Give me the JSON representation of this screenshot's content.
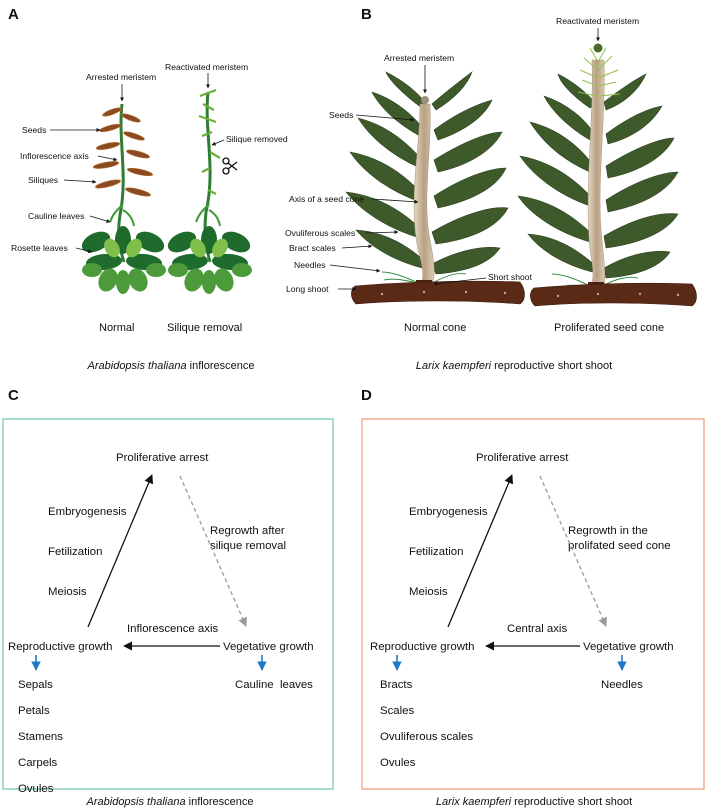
{
  "colors": {
    "stem_green": "#2e7d32",
    "leaf_dark": "#1f6b2e",
    "leaf_light": "#6cae3a",
    "silique_brown": "#8a4b22",
    "cone_scale": "#3f5a2a",
    "cone_axis": "#c9b79a",
    "branch_brown": "#5a2a16",
    "box_c_border": "#7fcdb1",
    "box_d_border": "#f2a98a",
    "blue_arrow": "#1f78c8",
    "dashed_gray": "#9a9a9a"
  },
  "panel_a": {
    "label": "A",
    "ann_arrested": "Arrested meristem",
    "ann_reactivated": "Reactivated meristem",
    "ann_seeds": "Seeds",
    "ann_silique_removed": "Silique removed",
    "ann_inflorescence_axis": "Inflorescence axis",
    "ann_siliques": "Siliques",
    "ann_cauline": "Cauline leaves",
    "ann_rosette": "Rosette leaves",
    "sub_normal": "Normal",
    "sub_removal": "Silique removal",
    "caption_species": "Arabidopsis thaliana",
    "caption_rest": " inflorescence",
    "scissors_icon": "scissors-icon"
  },
  "panel_b": {
    "label": "B",
    "ann_arrested": "Arrested meristem",
    "ann_reactivated": "Reactivated meristem",
    "ann_seeds": "Seeds",
    "ann_axis": "Axis of a seed cone",
    "ann_ovuliferous": "Ovuliferous scales",
    "ann_bract": "Bract scales",
    "ann_needles": "Needles",
    "ann_short_shoot": "Short shoot",
    "ann_long_shoot": "Long shoot",
    "sub_normal": "Normal cone",
    "sub_proliferated": "Proliferated seed cone",
    "caption_species": "Larix kaempferi",
    "caption_rest": " reproductive short shoot"
  },
  "panel_c": {
    "label": "C",
    "top": "Proliferative arrest",
    "embryo": "Embryogenesis",
    "fert": "Fetilization",
    "meiosis": "Meiosis",
    "regrowth_1": "Regrowth after",
    "regrowth_2": "silique removal",
    "axis_label": "Inflorescence axis",
    "repro": "Reproductive growth",
    "veg": "Vegetative growth",
    "repro_list": [
      "Sepals",
      "Petals",
      "Stamens",
      "Carpels",
      "Ovules"
    ],
    "veg_list": [
      "Cauline  leaves"
    ],
    "caption_species": "Arabidopsis thaliana",
    "caption_rest": " inflorescence"
  },
  "panel_d": {
    "label": "D",
    "top": "Proliferative arrest",
    "embryo": "Embryogenesis",
    "fert": "Fetilization",
    "meiosis": "Meiosis",
    "regrowth_1": "Regrowth in the",
    "regrowth_2": "prolifated seed cone",
    "axis_label": "Central axis",
    "repro": "Reproductive growth",
    "veg": "Vegetative growth",
    "repro_list": [
      "Bracts",
      "Scales",
      "Ovuliferous scales",
      "Ovules"
    ],
    "veg_list": [
      "Needles"
    ],
    "caption_species": "Larix kaempferi",
    "caption_rest": " reproductive short shoot"
  }
}
